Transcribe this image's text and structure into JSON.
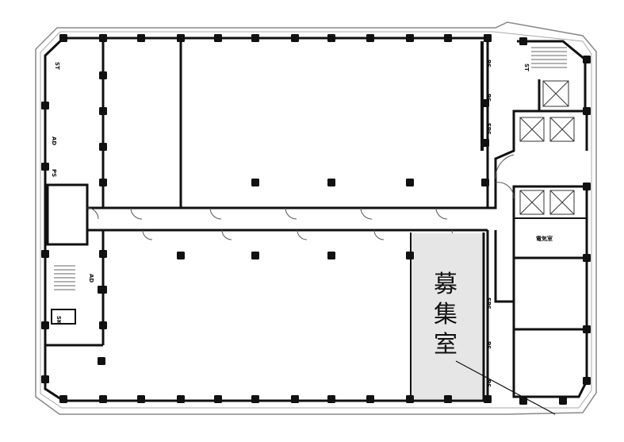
{
  "title": "Floor plan",
  "highlight_room": {
    "label": "募集室",
    "color": "#e6e6e6"
  },
  "labels": {
    "stair_nw": "ST",
    "ad_left_top": "AD",
    "ps_left": "PS",
    "ad_left_bottom": "AD",
    "sk": "SK",
    "ps_right_1": "PS",
    "ps_right_2": "PS",
    "eps_right": "EPS",
    "eps_right_lower": "EPS",
    "ps_right_lower": "PS",
    "ps_right_bottom": "PS",
    "stair_ne": "ST",
    "core_room": "電気室"
  }
}
